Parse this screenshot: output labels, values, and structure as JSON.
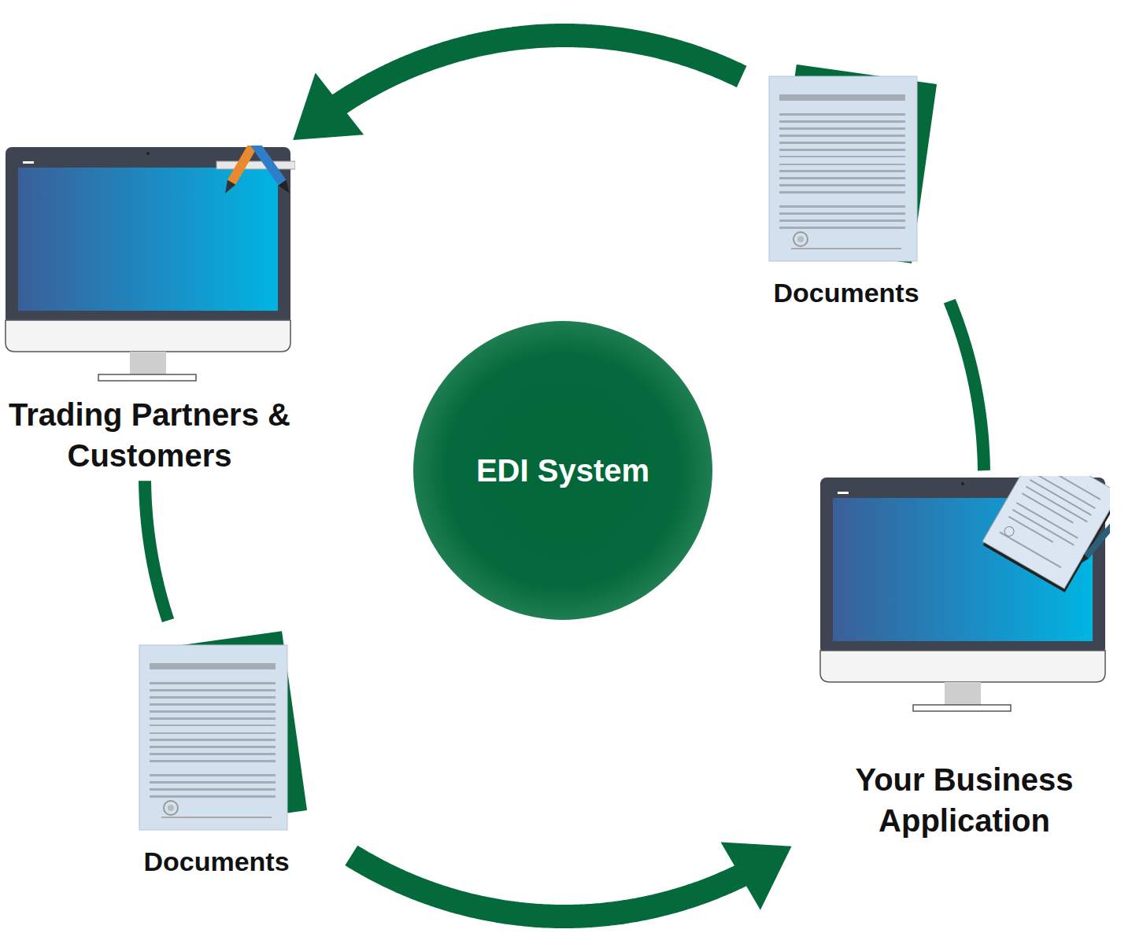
{
  "diagram": {
    "nodes": [
      {
        "text": [
          "Trading Partners & Customers"
        ]
      },
      {
        "text": [
          "Documents"
        ]
      },
      {
        "text": [
          "EDI System"
        ]
      },
      {
        "text": [
          "Your Business Application"
        ]
      },
      {
        "text": [
          "Documents"
        ]
      }
    ],
    "edges": [
      {
        "from": 0,
        "to": 4,
        "arrow": "none"
      },
      {
        "from": 4,
        "to": 3,
        "arrow": "to"
      },
      {
        "from": 3,
        "to": 1,
        "arrow": "none"
      },
      {
        "from": 1,
        "to": 0,
        "arrow": "to"
      }
    ]
  }
}
